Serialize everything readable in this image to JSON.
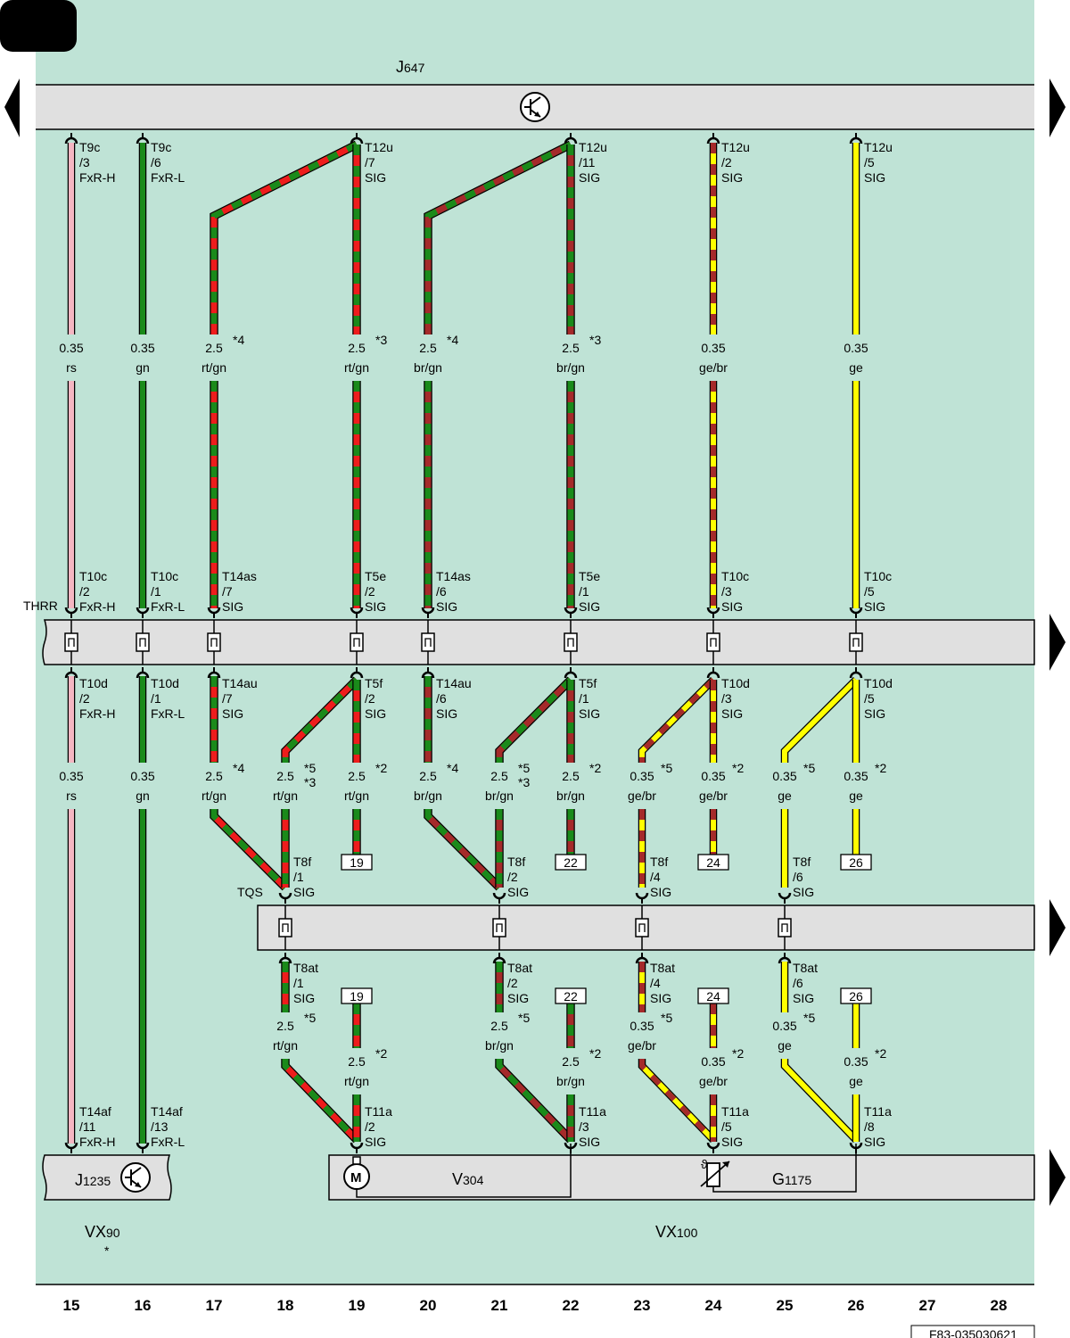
{
  "document_code": "F83-035030621",
  "components": {
    "j647": {
      "prefix": "J",
      "sub": "647"
    },
    "j1235": {
      "prefix": "J",
      "sub": "1235"
    },
    "v304": {
      "prefix": "V",
      "sub": "304"
    },
    "g1175": {
      "prefix": "G",
      "sub": "1175"
    },
    "vx90": {
      "prefix": "VX",
      "sub": "90",
      "note": "*"
    },
    "vx100": {
      "prefix": "VX",
      "sub": "100"
    }
  },
  "connector_bars": {
    "thrr": "THRR",
    "tqs": "TQS"
  },
  "column_numbers": [
    "15",
    "16",
    "17",
    "18",
    "19",
    "20",
    "21",
    "22",
    "23",
    "24",
    "25",
    "26",
    "27",
    "28"
  ],
  "colors": {
    "background": "#bfe3d6",
    "bar": "#e0e0e0",
    "rs": "#f4b6c2",
    "gn": "#1a8a1a",
    "rt": "#ee1c1c",
    "br": "#a52a2a",
    "ge": "#ffff00"
  },
  "pins": [
    {
      "id": "j647-c15",
      "lines": [
        "T9c",
        "/3",
        "FxR-H"
      ]
    },
    {
      "id": "j647-c16",
      "lines": [
        "T9c",
        "/6",
        "FxR-L"
      ]
    },
    {
      "id": "j647-c19",
      "lines": [
        "T12u",
        "/7",
        "SIG"
      ]
    },
    {
      "id": "j647-c22",
      "lines": [
        "T12u",
        "/11",
        "SIG"
      ]
    },
    {
      "id": "j647-c24",
      "lines": [
        "T12u",
        "/2",
        "SIG"
      ]
    },
    {
      "id": "j647-c26",
      "lines": [
        "T12u",
        "/5",
        "SIG"
      ]
    },
    {
      "id": "thrr-top-c15",
      "lines": [
        "T10c",
        "/2",
        "FxR-H"
      ]
    },
    {
      "id": "thrr-top-c16",
      "lines": [
        "T10c",
        "/1",
        "FxR-L"
      ]
    },
    {
      "id": "thrr-top-c17",
      "lines": [
        "T14as",
        "/7",
        "SIG"
      ]
    },
    {
      "id": "thrr-top-c19",
      "lines": [
        "T5e",
        "/2",
        "SIG"
      ]
    },
    {
      "id": "thrr-top-c20",
      "lines": [
        "T14as",
        "/6",
        "SIG"
      ]
    },
    {
      "id": "thrr-top-c22",
      "lines": [
        "T5e",
        "/1",
        "SIG"
      ]
    },
    {
      "id": "thrr-top-c24",
      "lines": [
        "T10c",
        "/3",
        "SIG"
      ]
    },
    {
      "id": "thrr-top-c26",
      "lines": [
        "T10c",
        "/5",
        "SIG"
      ]
    },
    {
      "id": "thrr-bot-c15",
      "lines": [
        "T10d",
        "/2",
        "FxR-H"
      ]
    },
    {
      "id": "thrr-bot-c16",
      "lines": [
        "T10d",
        "/1",
        "FxR-L"
      ]
    },
    {
      "id": "thrr-bot-c17",
      "lines": [
        "T14au",
        "/7",
        "SIG"
      ]
    },
    {
      "id": "thrr-bot-c19",
      "lines": [
        "T5f",
        "/2",
        "SIG"
      ]
    },
    {
      "id": "thrr-bot-c20",
      "lines": [
        "T14au",
        "/6",
        "SIG"
      ]
    },
    {
      "id": "thrr-bot-c22",
      "lines": [
        "T5f",
        "/1",
        "SIG"
      ]
    },
    {
      "id": "thrr-bot-c24",
      "lines": [
        "T10d",
        "/3",
        "SIG"
      ]
    },
    {
      "id": "thrr-bot-c26",
      "lines": [
        "T10d",
        "/5",
        "SIG"
      ]
    },
    {
      "id": "tqs-top-c18",
      "lines": [
        "T8f",
        "/1",
        "SIG"
      ]
    },
    {
      "id": "tqs-top-c21",
      "lines": [
        "T8f",
        "/2",
        "SIG"
      ]
    },
    {
      "id": "tqs-top-c23",
      "lines": [
        "T8f",
        "/4",
        "SIG"
      ]
    },
    {
      "id": "tqs-top-c25",
      "lines": [
        "T8f",
        "/6",
        "SIG"
      ]
    },
    {
      "id": "tqs-bot-c18",
      "lines": [
        "T8at",
        "/1",
        "SIG"
      ]
    },
    {
      "id": "tqs-bot-c21",
      "lines": [
        "T8at",
        "/2",
        "SIG"
      ]
    },
    {
      "id": "tqs-bot-c23",
      "lines": [
        "T8at",
        "/4",
        "SIG"
      ]
    },
    {
      "id": "tqs-bot-c25",
      "lines": [
        "T8at",
        "/6",
        "SIG"
      ]
    },
    {
      "id": "j1235-c15",
      "lines": [
        "T14af",
        "/11",
        "FxR-H"
      ]
    },
    {
      "id": "j1235-c16",
      "lines": [
        "T14af",
        "/13",
        "FxR-L"
      ]
    },
    {
      "id": "v304-c19",
      "lines": [
        "T11a",
        "/2",
        "SIG"
      ]
    },
    {
      "id": "v304-c22",
      "lines": [
        "T11a",
        "/3",
        "SIG"
      ]
    },
    {
      "id": "g1175-c24",
      "lines": [
        "T11a",
        "/5",
        "SIG"
      ]
    },
    {
      "id": "g1175-c26",
      "lines": [
        "T11a",
        "/8",
        "SIG"
      ]
    }
  ],
  "wire_labels": [
    {
      "size": "0.35",
      "color": "rs"
    },
    {
      "size": "0.35",
      "color": "gn"
    },
    {
      "size": "2.5",
      "color": "rt/gn",
      "note": "*4"
    },
    {
      "size": "2.5",
      "color": "rt/gn",
      "note": "*3"
    },
    {
      "size": "2.5",
      "color": "br/gn",
      "note": "*4"
    },
    {
      "size": "2.5",
      "color": "br/gn",
      "note": "*3"
    },
    {
      "size": "0.35",
      "color": "ge/br"
    },
    {
      "size": "0.35",
      "color": "ge"
    },
    {
      "size": "0.35",
      "color": "rs"
    },
    {
      "size": "0.35",
      "color": "gn"
    },
    {
      "size": "2.5",
      "color": "rt/gn",
      "note": "*4"
    },
    {
      "size": "2.5",
      "color": "rt/gn",
      "note": "*5",
      "note2": "*3"
    },
    {
      "size": "2.5",
      "color": "rt/gn",
      "note": "*2"
    },
    {
      "size": "2.5",
      "color": "br/gn",
      "note": "*4"
    },
    {
      "size": "2.5",
      "color": "br/gn",
      "note": "*5",
      "note2": "*3"
    },
    {
      "size": "2.5",
      "color": "br/gn",
      "note": "*2"
    },
    {
      "size": "0.35",
      "color": "ge/br",
      "note": "*5"
    },
    {
      "size": "0.35",
      "color": "ge/br",
      "note": "*2"
    },
    {
      "size": "0.35",
      "color": "ge",
      "note": "*5"
    },
    {
      "size": "0.35",
      "color": "ge",
      "note": "*2"
    },
    {
      "size": "2.5",
      "color": "rt/gn",
      "note": "*5"
    },
    {
      "size": "2.5",
      "color": "rt/gn",
      "note": "*2"
    },
    {
      "size": "2.5",
      "color": "br/gn",
      "note": "*5"
    },
    {
      "size": "2.5",
      "color": "br/gn",
      "note": "*2"
    },
    {
      "size": "0.35",
      "color": "ge/br",
      "note": "*5"
    },
    {
      "size": "0.35",
      "color": "ge/br",
      "note": "*2"
    },
    {
      "size": "0.35",
      "color": "ge",
      "note": "*5"
    },
    {
      "size": "0.35",
      "color": "ge",
      "note": "*2"
    }
  ],
  "references": [
    "19",
    "22",
    "24",
    "26",
    "19",
    "22",
    "24",
    "26"
  ]
}
